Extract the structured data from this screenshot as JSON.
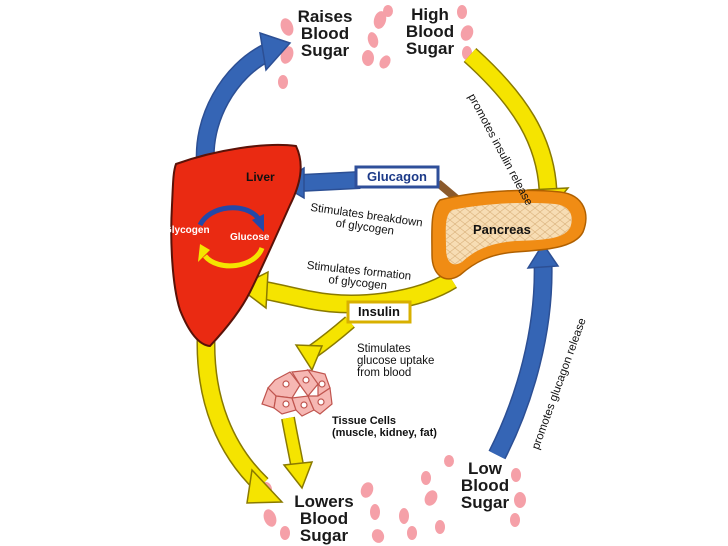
{
  "labels": {
    "raises": [
      "Raises",
      "Blood",
      "Sugar"
    ],
    "high": [
      "High",
      "Blood",
      "Sugar"
    ],
    "low": [
      "Low",
      "Blood",
      "Sugar"
    ],
    "lowers": [
      "Lowers",
      "Blood",
      "Sugar"
    ],
    "liver": "Liver",
    "glycogen": "Glycogen",
    "glucose": "Glucose",
    "pancreas": "Pancreas",
    "glucagon": "Glucagon",
    "insulin": "Insulin",
    "promotes_insulin": "promotes insulin release",
    "promotes_glucagon": "promotes glucagon release",
    "stim_breakdown": [
      "Stimulates breakdown",
      "of glycogen"
    ],
    "stim_formation": [
      "Stimulates formation",
      "of glycogen"
    ],
    "stim_uptake": [
      "Stimulates",
      "glucose uptake",
      "from blood"
    ],
    "tissue": [
      "Tissue Cells",
      "(muscle, kidney, fat)"
    ]
  },
  "colors": {
    "yellow_arrow": "#f5e400",
    "blue_arrow": "#3565b5",
    "liver": "#ea2a12",
    "pancreas_ring": "#f08c14",
    "pancreas_inner": "#f7ddb4",
    "blood_cell": "#f5a0a8",
    "tissue": "#f6b7b3"
  },
  "icons": [
    "liver-organ-icon",
    "pancreas-organ-icon",
    "tissue-cells-icon",
    "blood-cell-icon"
  ]
}
